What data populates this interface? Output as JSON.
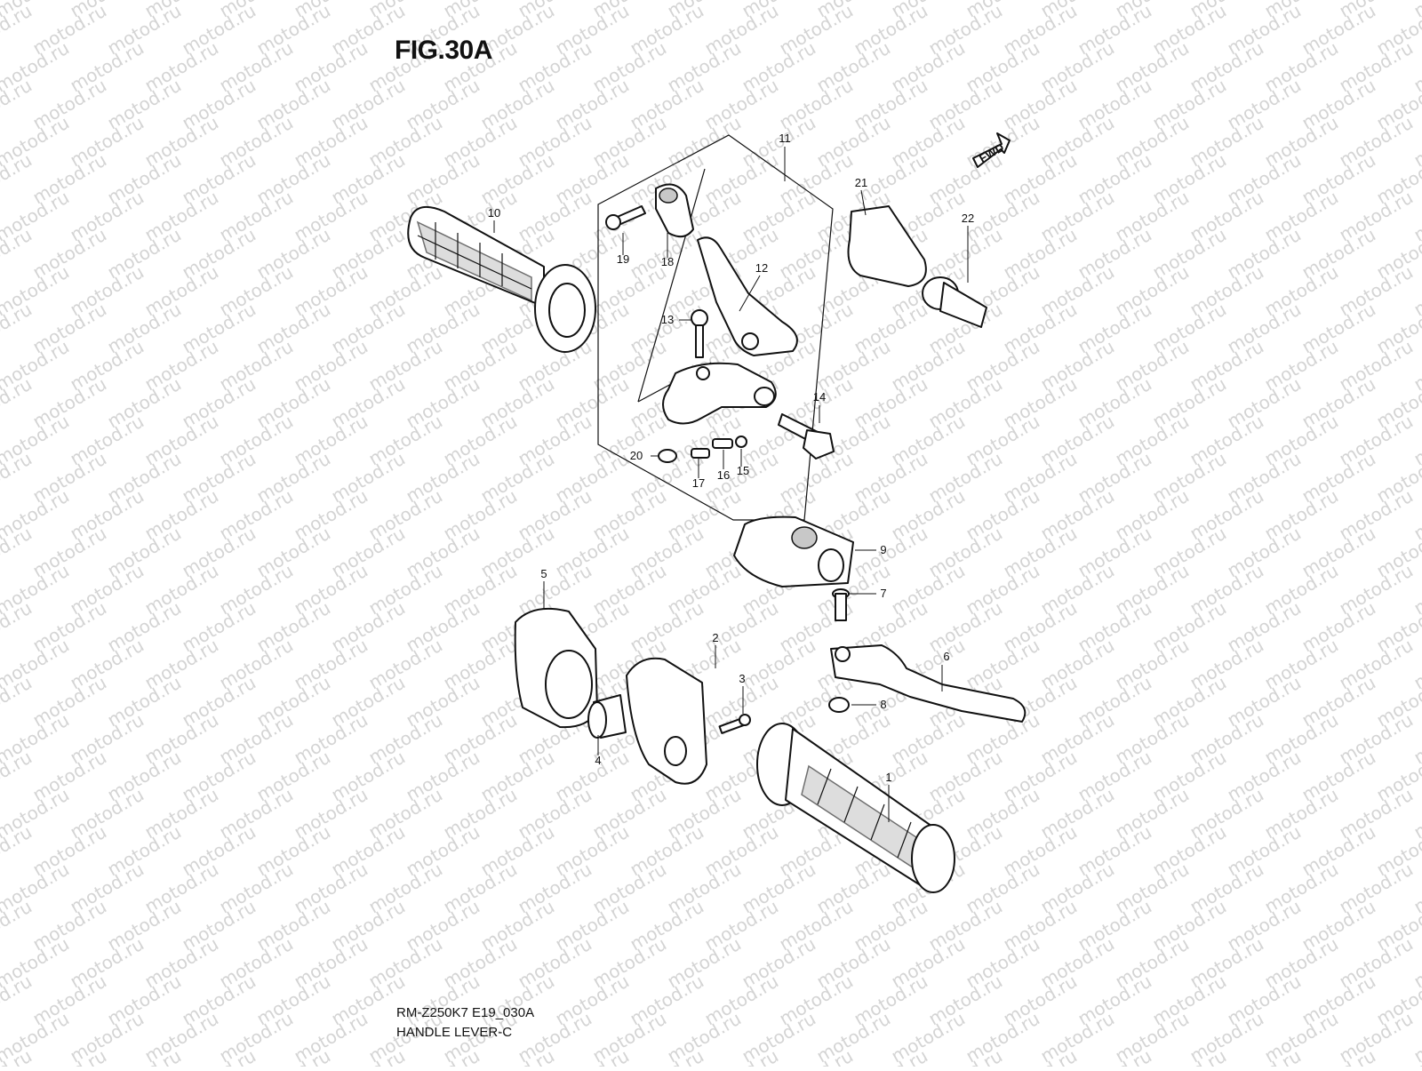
{
  "figure": {
    "title": "FIG.30A",
    "model_code": "RM-Z250K7 E19_030A",
    "name": "HANDLE LEVER-C"
  },
  "watermark": {
    "text": "motod.ru",
    "color": "#d4d4d4"
  },
  "direction_arrow": {
    "label": "FWD"
  },
  "callouts": [
    {
      "id": "1",
      "label": "1"
    },
    {
      "id": "2",
      "label": "2"
    },
    {
      "id": "3",
      "label": "3"
    },
    {
      "id": "4",
      "label": "4"
    },
    {
      "id": "5",
      "label": "5"
    },
    {
      "id": "6",
      "label": "6"
    },
    {
      "id": "7",
      "label": "7"
    },
    {
      "id": "8",
      "label": "8"
    },
    {
      "id": "9",
      "label": "9"
    },
    {
      "id": "10",
      "label": "10"
    },
    {
      "id": "11",
      "label": "11"
    },
    {
      "id": "12",
      "label": "12"
    },
    {
      "id": "13",
      "label": "13"
    },
    {
      "id": "14",
      "label": "14"
    },
    {
      "id": "15",
      "label": "15"
    },
    {
      "id": "16",
      "label": "16"
    },
    {
      "id": "17",
      "label": "17"
    },
    {
      "id": "18",
      "label": "18"
    },
    {
      "id": "19",
      "label": "19"
    },
    {
      "id": "20",
      "label": "20"
    },
    {
      "id": "21",
      "label": "21"
    },
    {
      "id": "22",
      "label": "22"
    }
  ]
}
